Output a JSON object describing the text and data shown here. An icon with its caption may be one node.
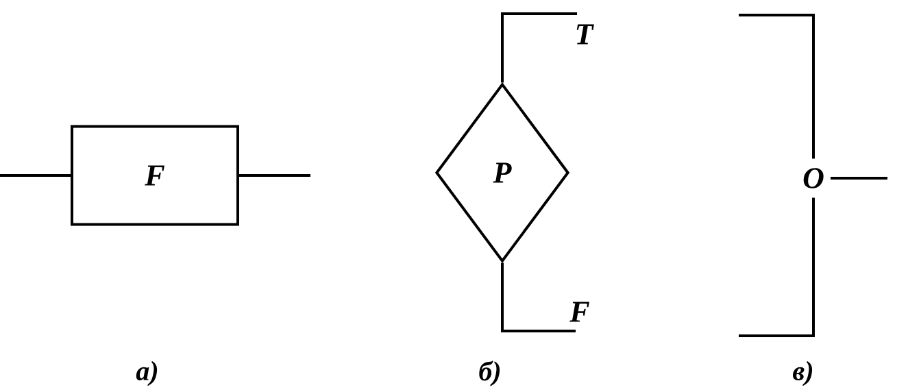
{
  "diagram": {
    "nodes": [
      {
        "text": [
          "F"
        ]
      },
      {
        "text": [
          "P"
        ]
      },
      {
        "text": [
          "O"
        ]
      }
    ],
    "edges": [
      {
        "from": null,
        "to": 0,
        "arrow": "none"
      },
      {
        "from": 0,
        "to": null,
        "arrow": "none"
      },
      {
        "from": 1,
        "to": null,
        "arrow": "none",
        "label": "T"
      },
      {
        "from": 1,
        "to": null,
        "arrow": "none",
        "label": "F"
      },
      {
        "from": null,
        "to": 2,
        "arrow": "none"
      },
      {
        "from": null,
        "to": 2,
        "arrow": "none"
      },
      {
        "from": 2,
        "to": null,
        "arrow": "none"
      }
    ],
    "labels": [
      "а)",
      "б)",
      "в)"
    ]
  }
}
